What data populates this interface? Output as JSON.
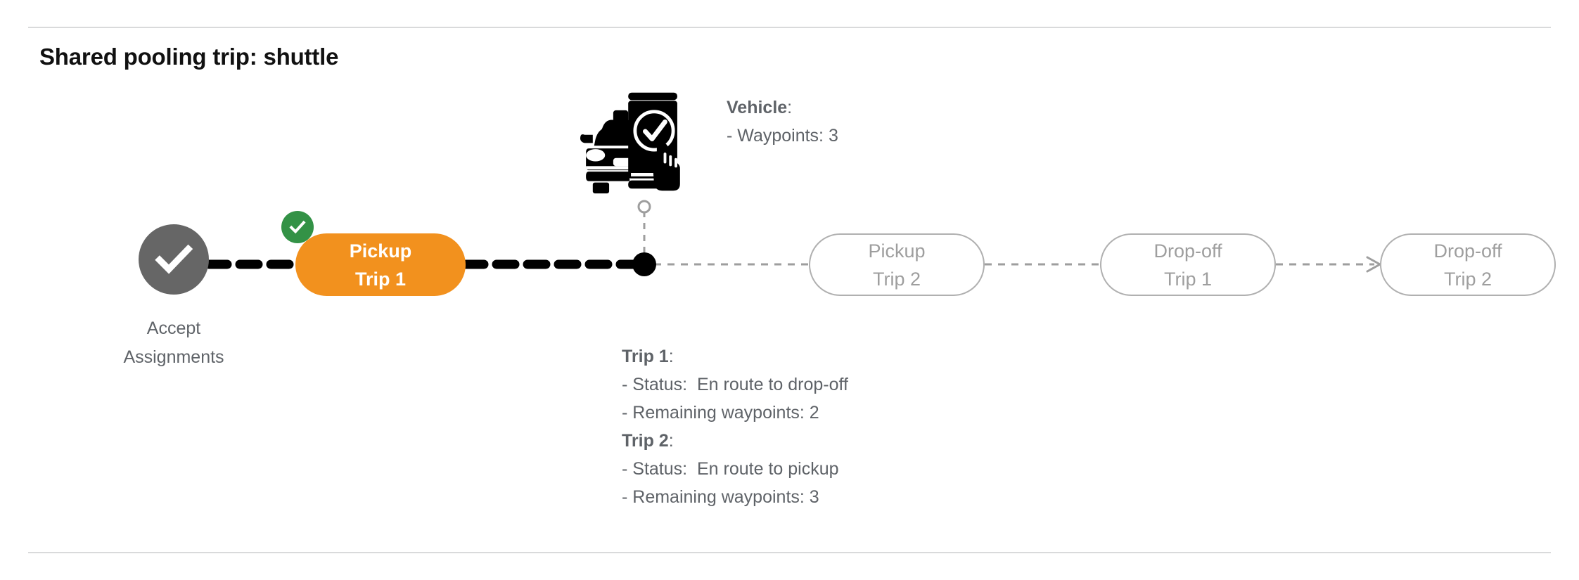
{
  "page": {
    "title": "Shared pooling trip: shuttle"
  },
  "colors": {
    "active_pill": "#F2911E",
    "completed_badge": "#339246",
    "start_node": "#666666",
    "pending_outline": "#b0b0b0",
    "pending_text": "#9e9e9e",
    "note_text": "#5f6368",
    "divider": "#d9dadb",
    "completed_path": "#000000",
    "pending_path": "#9e9e9e"
  },
  "flow": {
    "start": {
      "icon": "check-circle-icon",
      "label_line1": "Accept",
      "label_line2": "Assignments",
      "state": "completed"
    },
    "nodes": [
      {
        "id": "pickup-trip-1",
        "line1": "Pickup",
        "line2": "Trip 1",
        "state": "active",
        "badge_icon": "check-icon",
        "badge_visible": true
      },
      {
        "id": "pickup-trip-2",
        "line1": "Pickup",
        "line2": "Trip 2",
        "state": "pending",
        "badge_visible": false
      },
      {
        "id": "drop-off-trip-1",
        "line1": "Drop-off",
        "line2": "Trip 1",
        "state": "pending",
        "badge_visible": false
      },
      {
        "id": "drop-off-trip-2",
        "line1": "Drop-off",
        "line2": "Trip 2",
        "state": "pending",
        "badge_visible": false
      }
    ],
    "vehicle_marker": {
      "icon": "vehicle-app-check-icon",
      "marker": "current-position-dot"
    }
  },
  "vehicle_note": {
    "header": "Vehicle",
    "header_suffix": ":",
    "lines": [
      "- Waypoints: 3"
    ]
  },
  "trips_note": {
    "trip1": {
      "header": "Trip 1",
      "header_suffix": ":",
      "status_label": "- Status:",
      "status_value": "En route to drop-off",
      "waypoints": "- Remaining waypoints: 2"
    },
    "trip2": {
      "header": "Trip 2",
      "header_suffix": ":",
      "status_label": "- Status:",
      "status_value": "En route to pickup",
      "waypoints": "- Remaining waypoints: 3"
    }
  }
}
